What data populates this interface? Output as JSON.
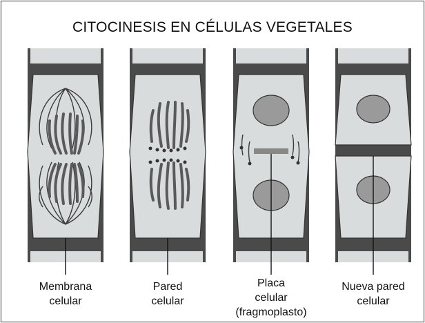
{
  "title": "CITOCINESIS EN CÉLULAS VEGETALES",
  "panels": [
    {
      "caption": [
        "Membrana",
        "celular"
      ]
    },
    {
      "caption": [
        "Pared",
        "celular"
      ]
    },
    {
      "caption": [
        "Placa",
        "celular",
        "(fragmoplasto)"
      ]
    },
    {
      "caption": [
        "Nueva pared",
        "celular"
      ]
    }
  ],
  "colors": {
    "wall": "#4a4a4a",
    "cytoplasm": "#d9dcdc",
    "nucleus": "#9a9a9a",
    "chromosome": "#5a5a5a",
    "spindle": "#3a3a3a",
    "frame": "#888888"
  }
}
